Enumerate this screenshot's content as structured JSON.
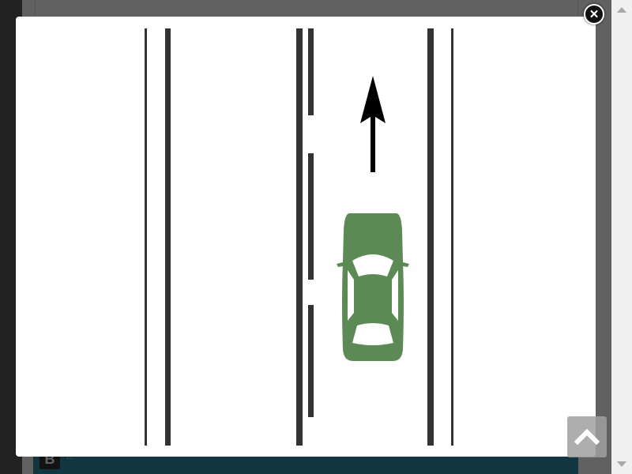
{
  "page": {
    "answer_badge": "B",
    "answer_text": "..."
  },
  "modal": {
    "close_glyph": "✕",
    "image": {
      "description_icon": "road-diagram",
      "car_color": "#5c8a55",
      "arrow_color": "#000000",
      "line_color": "#333333"
    }
  },
  "controls": {
    "back_to_top_icon": "chevron-up-icon",
    "scroll_up_icon": "scroll-up-arrow",
    "scroll_down_icon": "scroll-down-arrow"
  }
}
